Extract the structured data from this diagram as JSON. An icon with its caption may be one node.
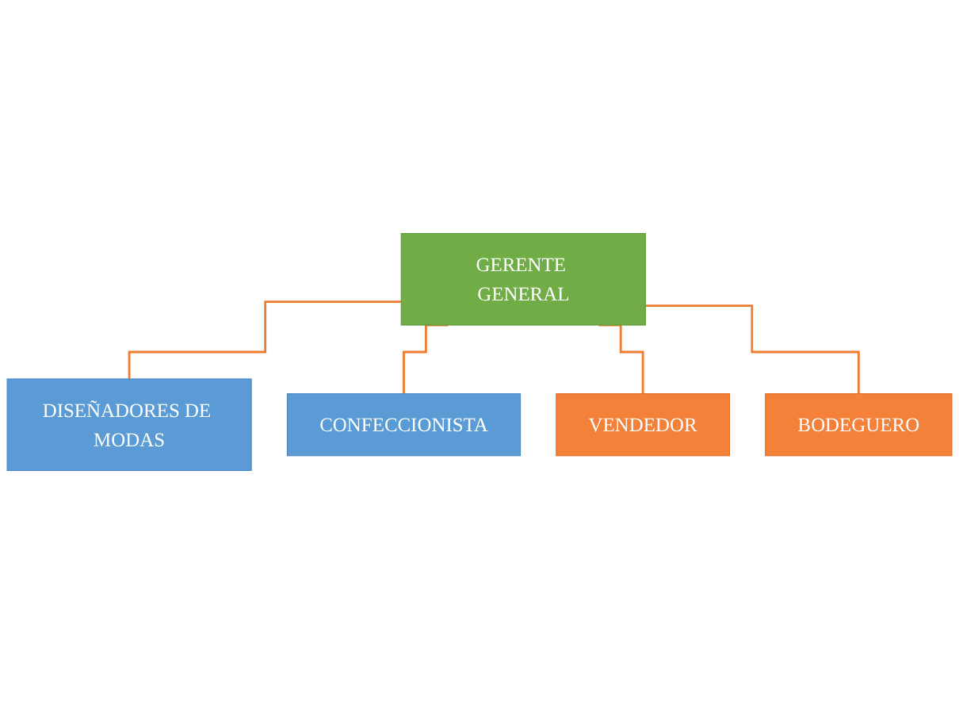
{
  "diagram": {
    "nodes": [
      {
        "text": [
          "GERENTE GENERAL"
        ]
      },
      {
        "text": [
          "DISEÑADORES DE MODAS"
        ]
      },
      {
        "text": [
          "CONFECCIONISTA"
        ]
      },
      {
        "text": [
          "VENDEDOR"
        ]
      },
      {
        "text": [
          "BODEGUERO"
        ]
      }
    ],
    "edges": [
      {
        "from": 0,
        "to": 1,
        "arrow": "none"
      },
      {
        "from": 0,
        "to": 2,
        "arrow": "none"
      },
      {
        "from": 0,
        "to": 3,
        "arrow": "none"
      },
      {
        "from": 0,
        "to": 4,
        "arrow": "none"
      }
    ]
  }
}
